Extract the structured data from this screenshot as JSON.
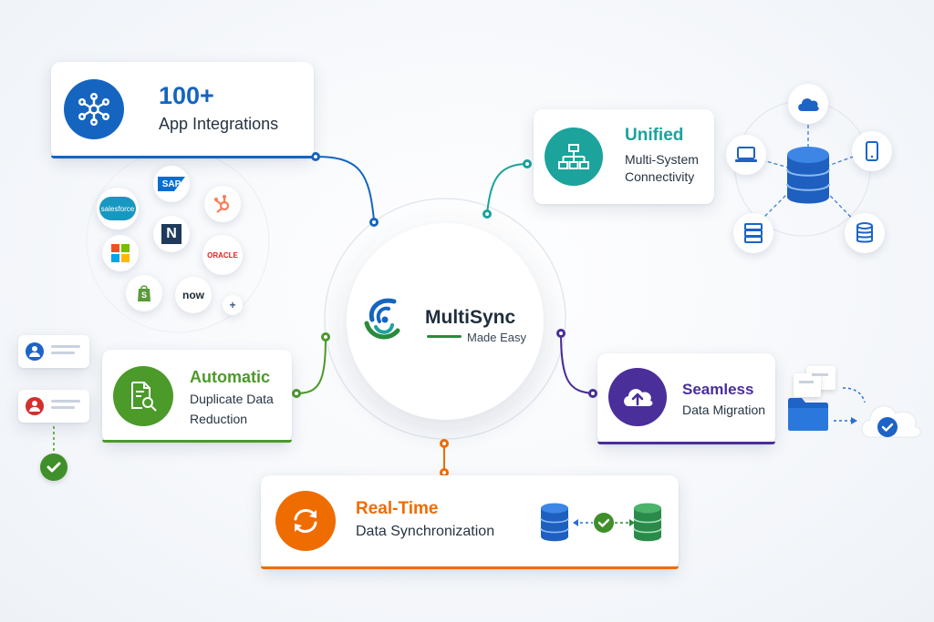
{
  "hub": {
    "title": "MultiSync",
    "subtitle": "Made Easy"
  },
  "features": {
    "integrations": {
      "headline": "100+",
      "line1": "App Integrations",
      "color": "#1565c0"
    },
    "unified": {
      "headline": "Unified",
      "line1": "Multi-System",
      "line2": "Connectivity",
      "color": "#1ba39c"
    },
    "automatic": {
      "headline": "Automatic",
      "line1": "Duplicate Data",
      "line2": "Reduction",
      "color": "#4c9a2a"
    },
    "seamless": {
      "headline": "Seamless",
      "line1": "Data Migration",
      "color": "#4a2e9a"
    },
    "realtime": {
      "headline": "Real-Time",
      "line1": "Data Synchronization",
      "color": "#ef6c00"
    }
  },
  "app_logos": [
    {
      "name": "salesforce",
      "label": "salesforce",
      "color": "#1798c1"
    },
    {
      "name": "sap",
      "label": "SAP",
      "color": "#0a6ed1"
    },
    {
      "name": "hubspot",
      "label": "",
      "color": "#ff7a59"
    },
    {
      "name": "netsuite",
      "label": "N",
      "color": "#1f3a5a"
    },
    {
      "name": "microsoft",
      "label": "",
      "color": "#f25022"
    },
    {
      "name": "oracle",
      "label": "ORACLE",
      "color": "#e02020"
    },
    {
      "name": "shopify",
      "label": "",
      "color": "#5a9a3a"
    },
    {
      "name": "servicenow",
      "label": "now",
      "color": "#1d2b36"
    },
    {
      "name": "more",
      "label": "+",
      "color": "#3b5a8a"
    }
  ],
  "icons": {
    "integrations": "network-hub-icon",
    "unified": "org-chart-icon",
    "automatic": "document-search-icon",
    "seamless": "cloud-upload-icon",
    "realtime": "sync-arrows-icon"
  }
}
